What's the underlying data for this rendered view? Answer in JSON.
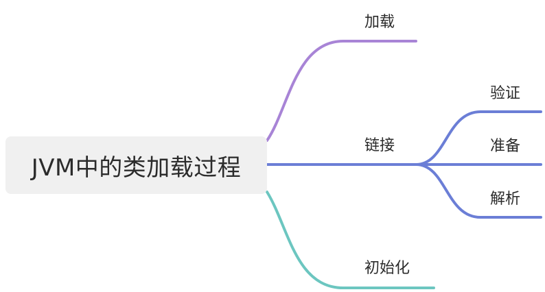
{
  "root": {
    "label": "JVM中的类加载过程"
  },
  "branches": [
    {
      "id": "load",
      "label": "加载",
      "color": "#a884d6"
    },
    {
      "id": "link",
      "label": "链接",
      "color": "#6b7ed6",
      "children": [
        {
          "id": "verify",
          "label": "验证"
        },
        {
          "id": "prepare",
          "label": "准备"
        },
        {
          "id": "resolve",
          "label": "解析"
        }
      ]
    },
    {
      "id": "init",
      "label": "初始化",
      "color": "#6cc6c0"
    }
  ]
}
